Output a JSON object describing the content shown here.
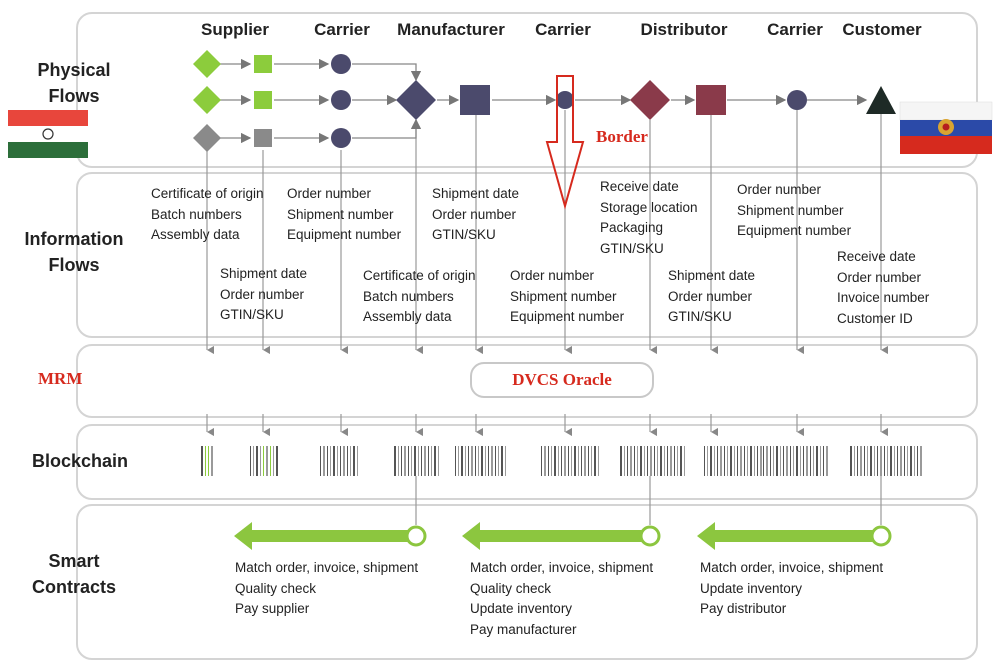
{
  "rows": {
    "physical": [
      "Physical",
      "Flows"
    ],
    "information": [
      "Information",
      "Flows"
    ],
    "blockchain": "Blockchain",
    "smart": [
      "Smart",
      "Contracts"
    ]
  },
  "stages": [
    "Supplier",
    "Carrier",
    "Manufacturer",
    "Carrier",
    "Distributor",
    "Carrier",
    "Customer"
  ],
  "border_label": "Border",
  "mrm_label": "MRM",
  "oracle_label": "DVCS Oracle",
  "info_top": [
    [
      "Certificate of origin",
      "Batch numbers",
      "Assembly data"
    ],
    [
      "Order number",
      "Shipment number",
      "Equipment number"
    ],
    [
      "Shipment date",
      "Order number",
      "GTIN/SKU"
    ],
    [
      "Receive date",
      "Storage location",
      "Packaging",
      "GTIN/SKU"
    ],
    [
      "Order number",
      "Shipment number",
      "Equipment number"
    ]
  ],
  "info_bottom": [
    [
      "Shipment date",
      "Order number",
      "GTIN/SKU"
    ],
    [
      "Certificate of origin",
      "Batch numbers",
      "Assembly data"
    ],
    [
      "Order number",
      "Shipment number",
      "Equipment number"
    ],
    [
      "Shipment date",
      "Order number",
      "GTIN/SKU"
    ],
    [
      "Receive date",
      "Order number",
      "Invoice number",
      "Customer ID"
    ]
  ],
  "smart_contracts": [
    [
      "Match order, invoice, shipment",
      "Quality check",
      "Pay supplier"
    ],
    [
      "Match order, invoice, shipment",
      "Quality check",
      "Update inventory",
      "Pay manufacturer"
    ],
    [
      "Match order, invoice, shipment",
      "Update inventory",
      "Pay distributor"
    ]
  ],
  "colors": {
    "green": "#8ccc3c",
    "grey_shape": "#8a8a8a",
    "navy": "#4b4a6c",
    "maroon": "#8a3a4a",
    "red": "#d62a1e",
    "arrow_green": "#8cc63f",
    "band_border": "#d4d4d4"
  },
  "icons": [
    "india-flag-icon",
    "russia-flag-icon",
    "border-down-arrow-icon"
  ]
}
